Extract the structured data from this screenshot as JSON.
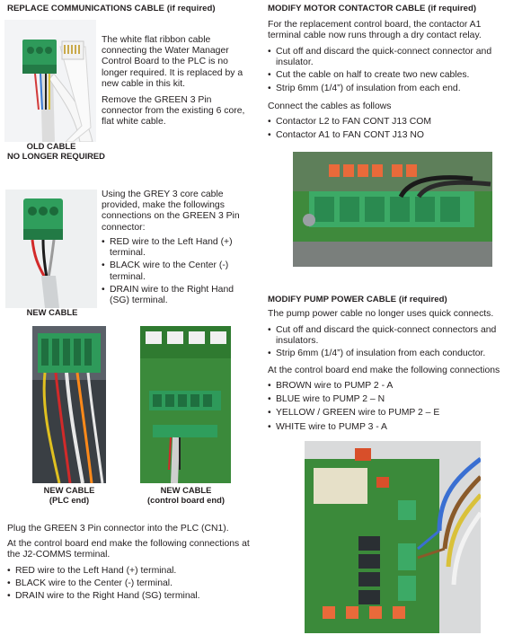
{
  "sections": {
    "replace_comms": {
      "heading": "REPLACE COMMUNICATIONS CABLE (if required)",
      "para1": "The white flat ribbon cable connecting the Water Manager Control Board to the PLC is no longer required.  It is replaced by a new cable in this kit.",
      "para2": "Remove the GREEN 3 Pin connector from the existing 6 core, flat white cable.",
      "old_cable_caption_line1": "OLD CABLE",
      "old_cable_caption_line2": "NO LONGER REQUIRED",
      "grey_intro": "Using the GREY 3 core cable provided, make the followings connections on the GREEN 3 Pin connector:",
      "grey_bullets": [
        "RED wire to the Left Hand (+) terminal.",
        "BLACK wire to the Center (-) terminal.",
        "DRAIN wire to the Right Hand (SG) terminal."
      ],
      "new_cable_caption": "NEW CABLE",
      "plc_caption_line1": "NEW CABLE",
      "plc_caption_line2": "(PLC end)",
      "board_caption_line1": "NEW CABLE",
      "board_caption_line2": "(control board end)",
      "plug_text": "Plug the GREEN 3 Pin connector into the PLC (CN1).",
      "j2_text": "At the control board end make the following connections at the J2-COMMS terminal.",
      "j2_bullets": [
        "RED wire to the Left Hand (+) terminal.",
        "BLACK wire to the Center (-) terminal.",
        "DRAIN wire to the Right Hand (SG) terminal."
      ]
    },
    "motor_contactor": {
      "heading": "MODIFY MOTOR CONTACTOR CABLE (if required)",
      "para1": "For the replacement control board, the contactor A1 terminal cable now runs through a dry contact relay.",
      "bullets": [
        "Cut off and discard the quick-connect connector and insulator.",
        "Cut the cable on half to create two new cables.",
        "Strip 6mm (1/4”) of insulation from each end."
      ],
      "connect_intro": "Connect the cables as follows",
      "connect_bullets": [
        "Contactor L2 to FAN CONT J13 COM",
        "Contactor A1 to FAN CONT J13 NO"
      ]
    },
    "pump_power": {
      "heading": "MODIFY PUMP POWER CABLE (if required)",
      "para1": "The pump power cable no longer uses quick connects.",
      "bullets": [
        "Cut off and discard the quick-connect connectors and insulators.",
        "Strip 6mm (1/4”) of insulation from each conductor."
      ],
      "board_intro": "At the control board end make the following connections",
      "board_bullets": [
        "BROWN wire to PUMP 2 - A",
        "BLUE wire to PUMP 2 – N",
        "YELLOW / GREEN wire to PUMP 2 – E",
        "WHITE wire to PUMP 3 - A"
      ]
    }
  },
  "colors": {
    "terminal_green": "#2e9a5a",
    "board_green": "#3c8a3a",
    "text": "#231f20"
  }
}
